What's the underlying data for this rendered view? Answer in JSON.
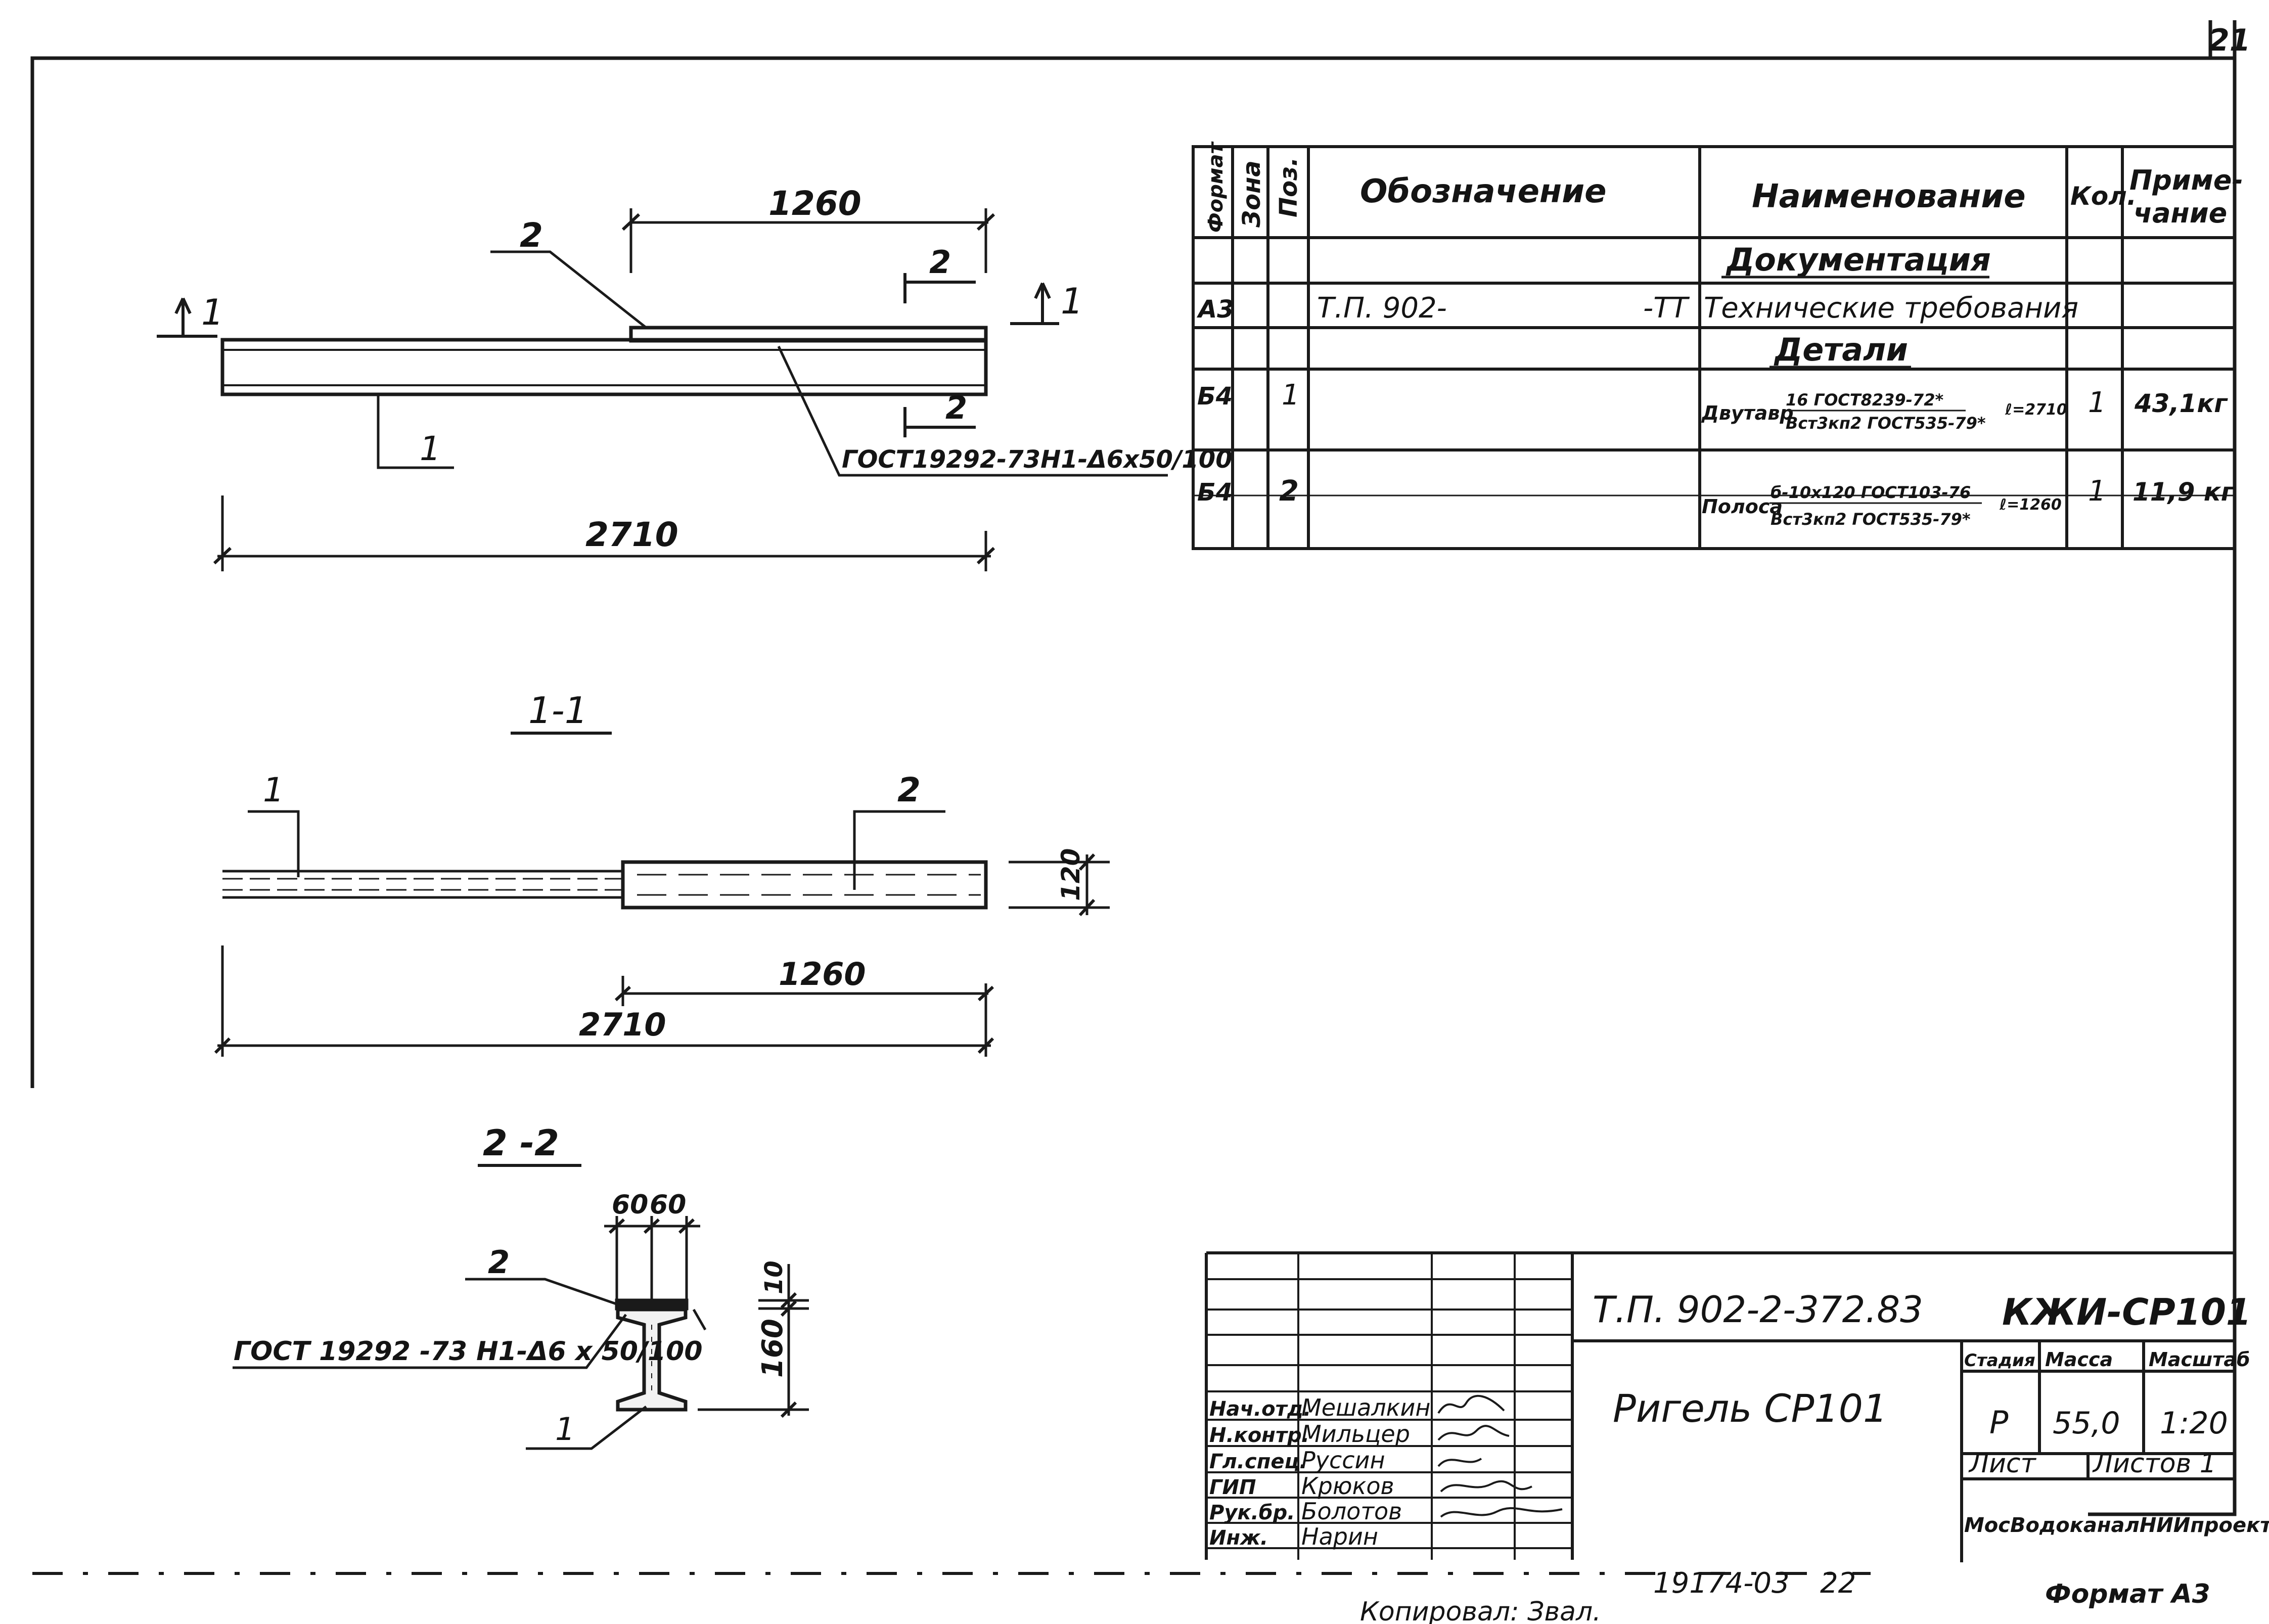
{
  "sheet_no": "21",
  "elevation": {
    "dim_top": "1260",
    "dim_bottom": "2710",
    "pos_1": "1",
    "pos_2": "2",
    "section_1": "1",
    "section_2": "2",
    "weld_note": "ГОСТ19292-73Н1-Δ6х50/100"
  },
  "section_1_1": {
    "title": "1-1",
    "pos_1": "1",
    "pos_2": "2",
    "dim_height": "120",
    "dim_1260": "1260",
    "dim_2710": "2710"
  },
  "section_2_2": {
    "title": "2 -2",
    "dim_60a": "60",
    "dim_60b": "60",
    "dim_10": "10",
    "dim_160": "160",
    "pos_1": "1",
    "pos_2": "2",
    "weld_note": "ГОСТ 19292 -73 Н1-Δ6 х 50/100"
  },
  "spec_table": {
    "headers": {
      "format": "Формат",
      "zone": "Зона",
      "pos": "Поз.",
      "designation": "Обозначение",
      "name": "Наименование",
      "qty": "Кол.",
      "note_1": "Приме-",
      "note_2": "чание"
    },
    "section_documentation": "Документация",
    "row_doc": {
      "format": "А3",
      "designation": "Т.П. 902-",
      "suffix": "-ТТ",
      "name": "Технические требования"
    },
    "section_parts": "Детали",
    "row_1": {
      "format": "Б4",
      "pos": "1",
      "name_main": "Двутавр",
      "name_top": "16 ГОСТ8239-72*",
      "name_bottom": "Вст3кп2 ГОСТ535-79*",
      "length": "ℓ=2710",
      "qty": "1",
      "note": "43,1кг"
    },
    "row_2": {
      "format": "Б4",
      "pos": "2",
      "name_main": "Полоса",
      "name_top": "б-10х120 ГОСТ103-76",
      "name_bottom": "Вст3кп2 ГОСТ535-79*",
      "length": "ℓ=1260",
      "qty": "1",
      "note": "11,9 кг"
    }
  },
  "title_block": {
    "project": "Т.П. 902-2-372.83",
    "code": "КЖИ-СР101",
    "title": "Ригель СР101",
    "stage_label": "Стадия",
    "mass_label": "Масса",
    "scale_label": "Масштаб",
    "stage": "Р",
    "mass": "55,0",
    "scale": "1:20",
    "sheet_label": "Лист",
    "sheets_label": "Листов 1",
    "org": "МосВодоканалНИИпроект",
    "people": [
      {
        "role": "Нач.отд.",
        "name": "Мешалкин"
      },
      {
        "role": "Н.контр.",
        "name": "Мильцер"
      },
      {
        "role": "Гл.спец.",
        "name": "Руссин"
      },
      {
        "role": "ГИП",
        "name": "Крюков"
      },
      {
        "role": "Рук.бр.",
        "name": "Болотов"
      },
      {
        "role": "Инж.",
        "name": "Нарин"
      }
    ]
  },
  "footer": {
    "copied": "Копировал: Звал.",
    "inv": "19174-03",
    "num": "22",
    "format": "Формат А3"
  }
}
